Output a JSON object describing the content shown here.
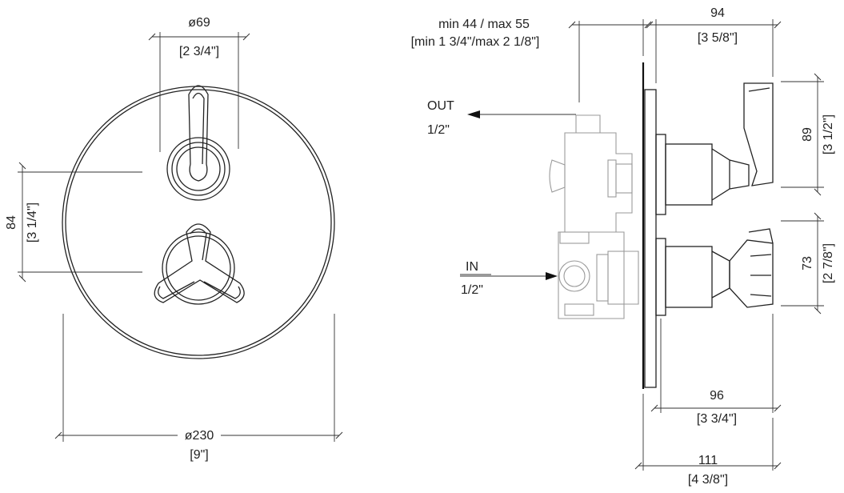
{
  "front_view": {
    "handle_diameter": "ø69",
    "handle_diameter_in": "[2 3/4\"]",
    "spacing": "84",
    "spacing_in": "[3 1/4\"]",
    "plate_diameter": "ø230",
    "plate_diameter_in": "[9\"]"
  },
  "side_view": {
    "wall_depth": "min 44 / max 55",
    "wall_depth_in": "[min 1 3/4\"/max 2 1/8\"]",
    "projection_top": "94",
    "projection_top_in": "[3 5/8\"]",
    "out_label": "OUT",
    "out_size": "1/2\"",
    "in_label": "IN",
    "in_size": "1/2\"",
    "lever_height": "89",
    "lever_height_in": "[3 1/2\"]",
    "knob_height": "73",
    "knob_height_in": "[2 7/8\"]",
    "projection_mid": "96",
    "projection_mid_in": "[3 3/4\"]",
    "projection_total": "111",
    "projection_total_in": "[4 3/8\"]"
  }
}
